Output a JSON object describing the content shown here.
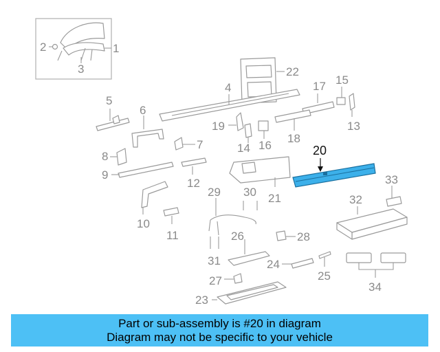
{
  "callouts": {
    "c1": "1",
    "c2": "2",
    "c3": "3",
    "c4": "4",
    "c5": "5",
    "c6": "6",
    "c7": "7",
    "c8": "8",
    "c9": "9",
    "c10": "10",
    "c11": "11",
    "c12": "12",
    "c13": "13",
    "c14": "14",
    "c15": "15",
    "c16": "16",
    "c17": "17",
    "c18": "18",
    "c19": "19",
    "c20": "20",
    "c21": "21",
    "c22": "22",
    "c23": "23",
    "c24": "24",
    "c25": "25",
    "c26": "26",
    "c27": "27",
    "c28": "28",
    "c29": "29",
    "c30": "30",
    "c31": "31",
    "c32": "32",
    "c33": "33",
    "c34": "34"
  },
  "highlight": {
    "part": "20",
    "color": "#3cb0ea"
  },
  "banner": {
    "line1": "Part or sub-assembly is #20 in diagram",
    "line2": "Diagram may not be specific to your vehicle",
    "color": "#4dc0f5"
  }
}
